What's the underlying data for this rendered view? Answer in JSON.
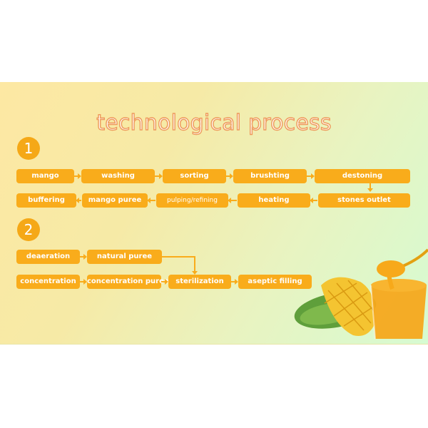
{
  "title": "technological process",
  "colors": {
    "box_fill": "#f9ac1b",
    "badge_fill": "#f5a817",
    "title_stroke": "#ee9a5c",
    "bg_left": "#fde8a3",
    "bg_right": "#d6fbd2"
  },
  "section1": {
    "badge": "1",
    "row1": [
      "mango",
      "washing",
      "sorting",
      "brushting",
      "destoning"
    ],
    "row2": [
      "buffering",
      "mango puree",
      "pulping/refining",
      "heating",
      "stones outlet"
    ]
  },
  "section2": {
    "badge": "2",
    "row1": [
      "deaeration",
      "natural puree"
    ],
    "row2": [
      "concentration",
      "concentration puree",
      "sterilization",
      "aseptic filling"
    ]
  },
  "illustration": {
    "description": "mango halves with cubed flesh and a glass cup of mango puree with spoon",
    "icons": [
      "mango-icon",
      "puree-cup-icon",
      "spoon-icon"
    ]
  }
}
